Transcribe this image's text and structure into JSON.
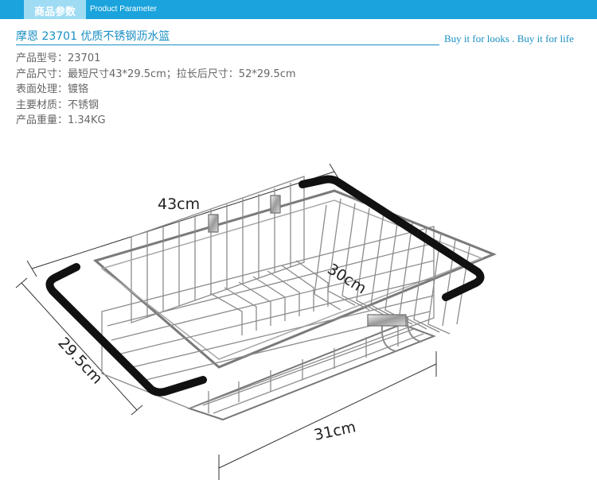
{
  "header": {
    "tab_label": "商品参数",
    "sub_label": "Product Parameter"
  },
  "product": {
    "title": "摩恩  23701  优质不锈钢沥水篮",
    "slogan": "Buy it for looks . Buy it for life",
    "specs": [
      "产品型号：23701",
      "产品尺寸：最短尺寸43*29.5cm；拉长后尺寸：52*29.5cm",
      "表面处理：镀铬",
      "主要材质：不锈钢",
      "产品重量：1.34KG"
    ]
  },
  "dimensions": {
    "length": "43cm",
    "width": "29.5cm",
    "inner": "30cm",
    "bottom": "31cm"
  },
  "colors": {
    "accent": "#1aa3dc",
    "tab": "#9fdcf3",
    "text_blue": "#1a8fc4"
  }
}
